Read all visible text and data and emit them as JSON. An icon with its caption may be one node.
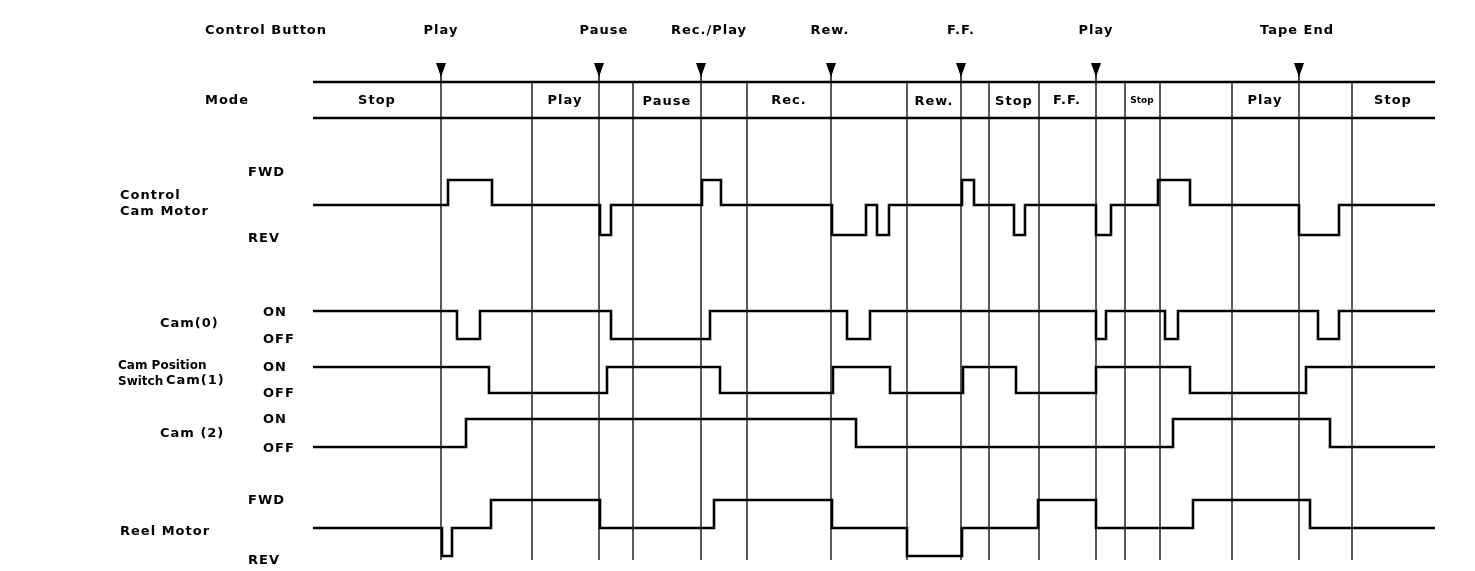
{
  "diagram": {
    "labels": [
      "Control Button",
      "Play",
      "Pause",
      "Rec./Play",
      "Rew.",
      "F.F.",
      "Play",
      "Tape End",
      "Mode",
      "Stop",
      "Play",
      "Pause",
      "Rec.",
      "Rew.",
      "Stop",
      "F.F.",
      "Stop",
      "Play",
      "Stop",
      "FWD",
      "Control Cam Motor",
      "REV",
      "Cam(0)",
      "ON",
      "OFF",
      "Cam Position Switch",
      "Cam(1)",
      "ON",
      "OFF",
      "Cam (2)",
      "ON",
      "OFF",
      "FWD",
      "Reel Motor",
      "REV"
    ]
  }
}
